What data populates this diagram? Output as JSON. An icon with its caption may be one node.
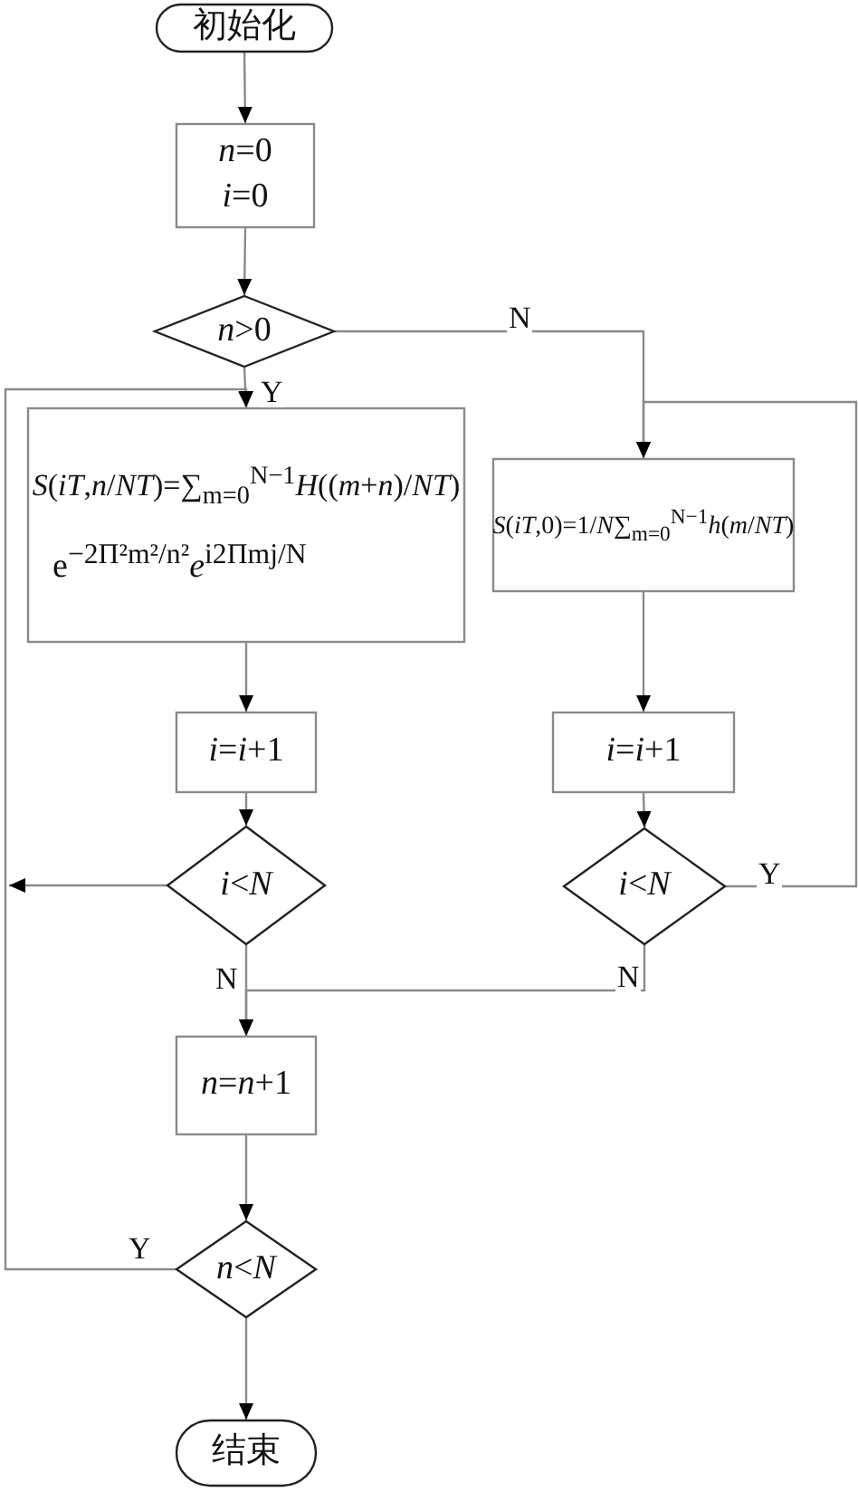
{
  "diagram": {
    "nodes": [
      {
        "text": [
          "初始化"
        ]
      },
      {
        "text": [
          "*n*=0",
          "*i*=0"
        ]
      },
      {
        "text": [
          "*n*>0"
        ]
      },
      {
        "text": [
          "*S*(*iT*,*n*/*NT*)=∑$_{m=0}$$^{N−1}$*H*((*m*+*n*)/*NT*)",
          "e$^{−2Π²m²/n²}$*e*$^{i2Πmj/N}$"
        ]
      },
      {
        "text": [
          "*S*(*iT*,0)=1/*N*∑$_{m=0}$$^{N−1}$*h*(*m*/*NT*)"
        ]
      },
      {
        "text": [
          "*i*=*i*+1"
        ]
      },
      {
        "text": [
          "*i*<*N*"
        ]
      },
      {
        "text": [
          "*i*=*i*+1"
        ]
      },
      {
        "text": [
          "*i*<*N*"
        ]
      },
      {
        "text": [
          "*n*=*n*+1"
        ]
      },
      {
        "text": [
          "*n*<*N*"
        ]
      },
      {
        "text": [
          "结束"
        ]
      }
    ],
    "edges": [
      {
        "from": 0,
        "to": 1,
        "arrow": "to"
      },
      {
        "from": 1,
        "to": 2,
        "arrow": "to"
      },
      {
        "from": 2,
        "to": 3,
        "arrow": "to",
        "label": "Y"
      },
      {
        "from": 2,
        "to": 4,
        "arrow": "to",
        "label": "N"
      },
      {
        "from": 3,
        "to": 5,
        "arrow": "to"
      },
      {
        "from": 5,
        "to": 6,
        "arrow": "to"
      },
      {
        "from": 6,
        "to": null,
        "arrow": "to"
      },
      {
        "from": 4,
        "to": 7,
        "arrow": "to"
      },
      {
        "from": 7,
        "to": 8,
        "arrow": "to"
      },
      {
        "from": 8,
        "to": 4,
        "arrow": "to",
        "label": "Y"
      },
      {
        "from": 6,
        "to": 9,
        "arrow": "to",
        "label": "N"
      },
      {
        "from": 8,
        "to": 9,
        "arrow": "to",
        "label": "N"
      },
      {
        "from": 9,
        "to": 10,
        "arrow": "to"
      },
      {
        "from": 10,
        "to": 3,
        "arrow": "to",
        "label": "Y"
      },
      {
        "from": 10,
        "to": 11,
        "arrow": "to"
      }
    ]
  }
}
